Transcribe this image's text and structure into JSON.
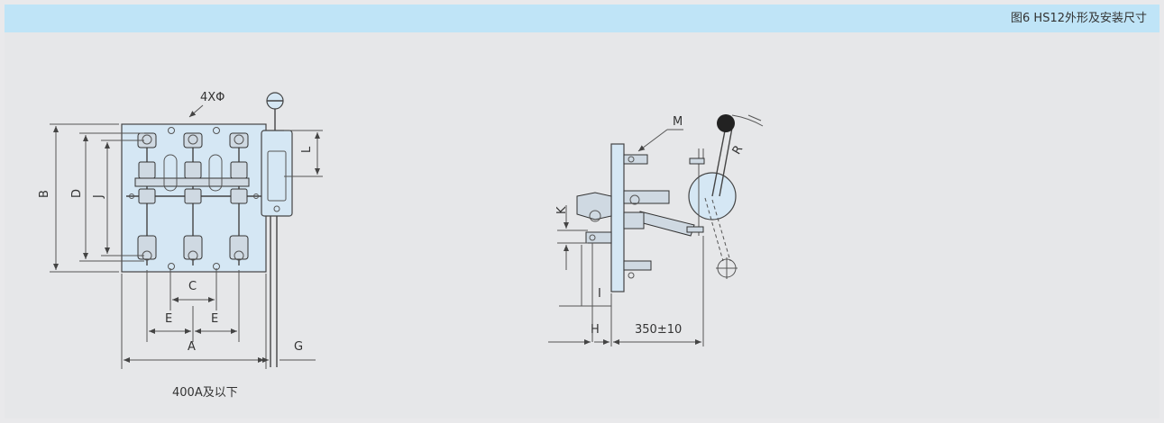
{
  "header": {
    "title": "图6 HS12外形及安装尺寸"
  },
  "front_view": {
    "labels": {
      "hole": "4XΦ",
      "B": "B",
      "D": "D",
      "J": "J",
      "L": "L",
      "C": "C",
      "E_left": "E",
      "E_right": "E",
      "A": "A",
      "G": "G"
    },
    "caption": "400A及以下"
  },
  "side_view": {
    "labels": {
      "M": "M",
      "R": "R",
      "K": "K",
      "I": "I",
      "H": "H",
      "depth": "350±10"
    }
  },
  "colors": {
    "header_bg": "#bfe4f7",
    "panel_bg": "#e6e7e9",
    "plate_fill": "#d5e7f4",
    "handle_knob": "#222222"
  }
}
